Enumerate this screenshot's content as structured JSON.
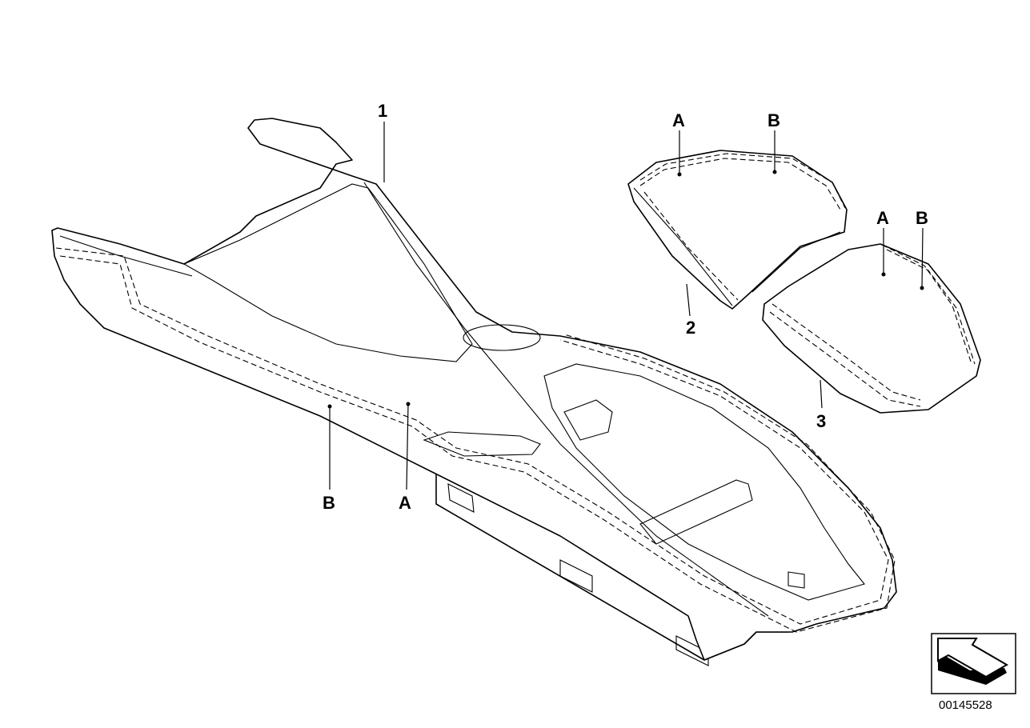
{
  "diagram": {
    "part_labels": {
      "console": "1",
      "armrest_front": "2",
      "armrest_rear": "3"
    },
    "callouts": {
      "armrest_front_a": "A",
      "armrest_front_b": "B",
      "armrest_rear_a": "A",
      "armrest_rear_b": "B",
      "console_b": "B",
      "console_a": "A"
    },
    "orientation_icon": "arrow-orientation-icon",
    "diagram_number": "00145528"
  }
}
